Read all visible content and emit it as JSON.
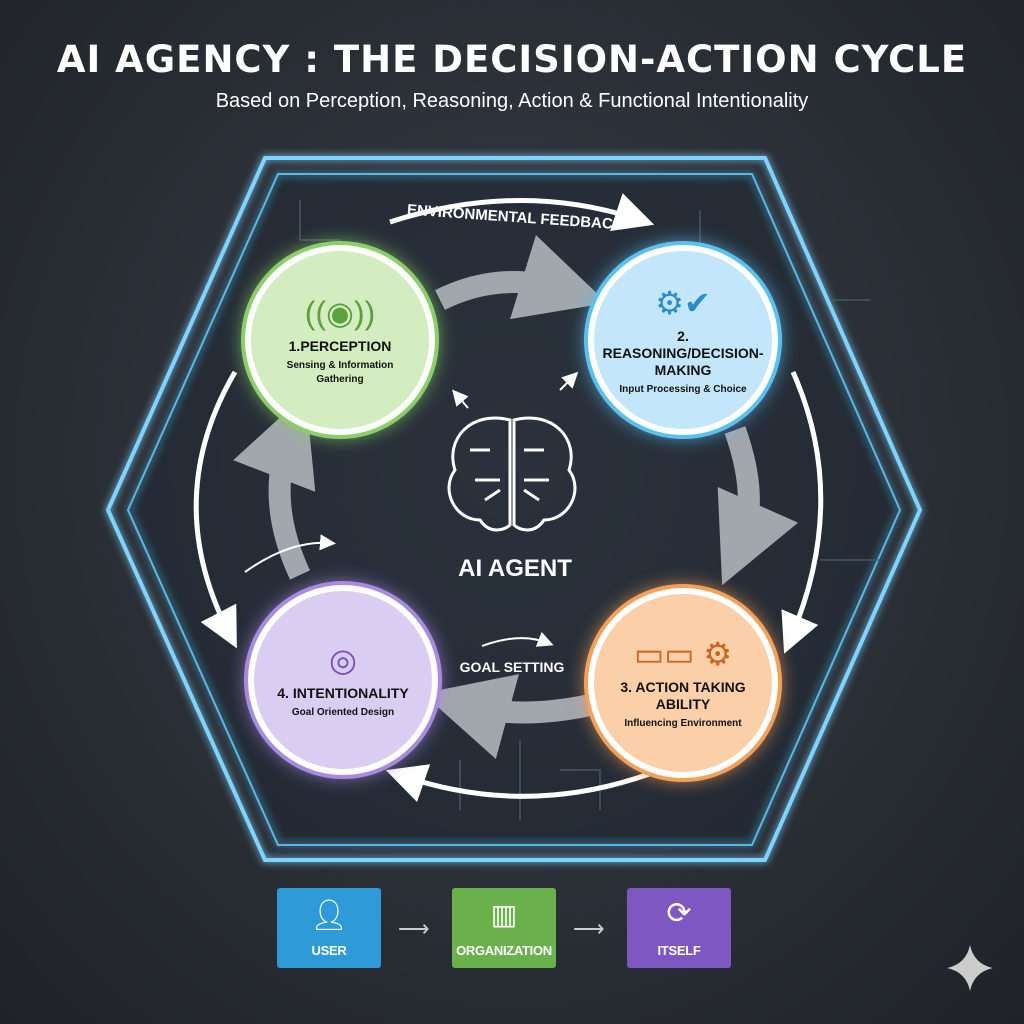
{
  "header": {
    "title": "AI AGENCY : THE DECISION-ACTION CYCLE",
    "subtitle": "Based on Perception, Reasoning, Action & Functional Intentionality"
  },
  "cycle": {
    "feedback_label": "ENVIRONMENTAL FEEDBACK",
    "center_label": "AI AGENT",
    "goal_label": "GOAL SETTING",
    "nodes": [
      {
        "label": "1.PERCEPTION",
        "desc": "Sensing & Information Gathering",
        "icon": "eye-icon",
        "color": "#d4edc0"
      },
      {
        "label": "2. REASONING/DECISION-MAKING",
        "desc": "Input Processing & Choice",
        "icon": "gear-chat-check-icon",
        "color": "#c4e6fa"
      },
      {
        "label": "3. ACTION TAKING ABILITY",
        "desc": "Influencing Environment",
        "icon": "robot-arm-icon",
        "color": "#fbcfa8"
      },
      {
        "label": "4. INTENTIONALITY",
        "desc": "Goal Oriented Design",
        "icon": "target-icon",
        "color": "#d9cdf2"
      }
    ]
  },
  "footer": {
    "items": [
      {
        "label": "USER",
        "icon": "user-icon",
        "color": "#2f9ad8"
      },
      {
        "label": "ORGANIZATION",
        "icon": "building-icon",
        "color": "#6ab04c"
      },
      {
        "label": "ITSELF",
        "icon": "refresh-icon",
        "color": "#7e57c2"
      }
    ]
  }
}
